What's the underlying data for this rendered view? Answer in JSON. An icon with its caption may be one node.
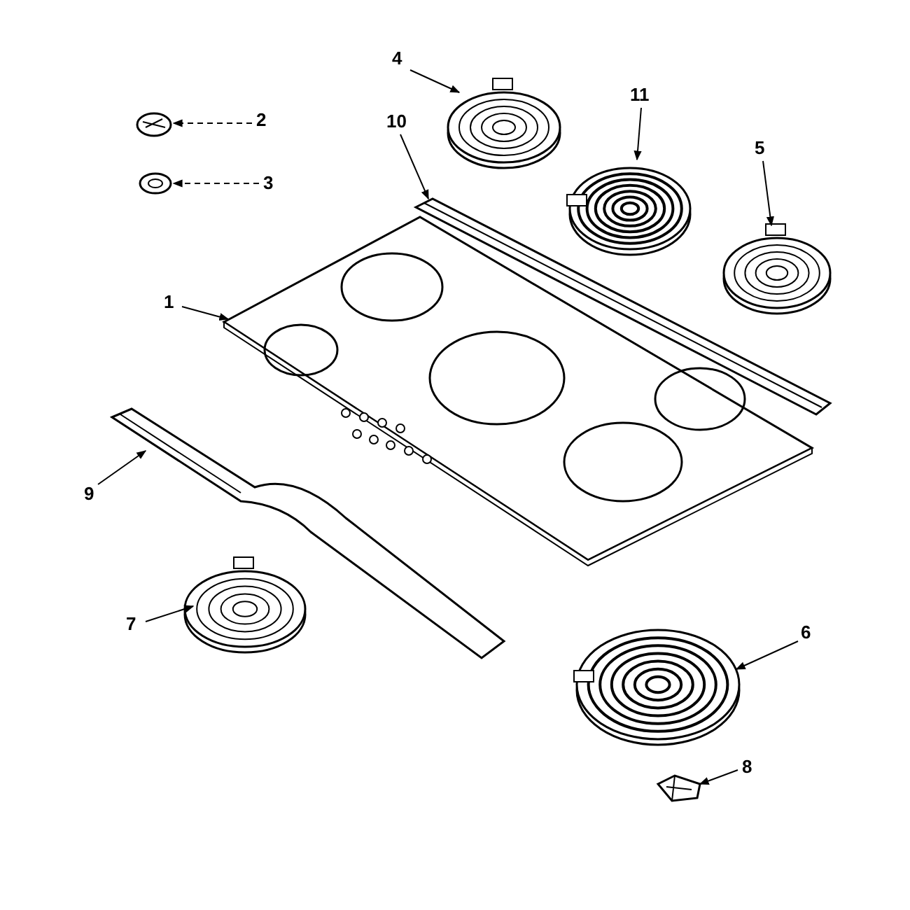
{
  "diagram": {
    "nodes": [
      {
        "text": [
          "4"
        ]
      },
      {
        "text": [
          "2"
        ]
      },
      {
        "text": [
          "10"
        ]
      },
      {
        "text": [
          "11"
        ]
      },
      {
        "text": [
          "3"
        ]
      },
      {
        "text": [
          "5"
        ]
      },
      {
        "text": [
          "1"
        ]
      },
      {
        "text": [
          "9"
        ]
      },
      {
        "text": [
          "7"
        ]
      },
      {
        "text": [
          "6"
        ]
      },
      {
        "text": [
          "8"
        ]
      },
      {
        "text": [],
        "shape": "picture"
      },
      {
        "text": [],
        "shape": "picture"
      },
      {
        "text": [],
        "shape": "picture"
      },
      {
        "text": [],
        "shape": "picture"
      },
      {
        "text": [],
        "shape": "picture"
      },
      {
        "text": [],
        "shape": "picture"
      },
      {
        "text": [],
        "shape": "picture"
      },
      {
        "text": [],
        "shape": "picture"
      },
      {
        "text": [],
        "shape": "picture"
      },
      {
        "text": [],
        "shape": "picture"
      },
      {
        "text": [],
        "shape": "picture"
      }
    ],
    "edges": [
      {
        "from": 0,
        "to": 11,
        "arrow": "to"
      },
      {
        "from": 1,
        "to": 12,
        "arrow": "to",
        "style": "dashed"
      },
      {
        "from": 2,
        "to": 13,
        "arrow": "to"
      },
      {
        "from": 3,
        "to": 14,
        "arrow": "to"
      },
      {
        "from": 4,
        "to": 15,
        "arrow": "to",
        "style": "dashed"
      },
      {
        "from": 5,
        "to": 16,
        "arrow": "to"
      },
      {
        "from": 6,
        "to": 17,
        "arrow": "to"
      },
      {
        "from": 7,
        "to": 18,
        "arrow": "to"
      },
      {
        "from": 8,
        "to": 19,
        "arrow": "to"
      },
      {
        "from": 9,
        "to": 20,
        "arrow": "to"
      },
      {
        "from": 10,
        "to": 21,
        "arrow": "to"
      }
    ]
  }
}
